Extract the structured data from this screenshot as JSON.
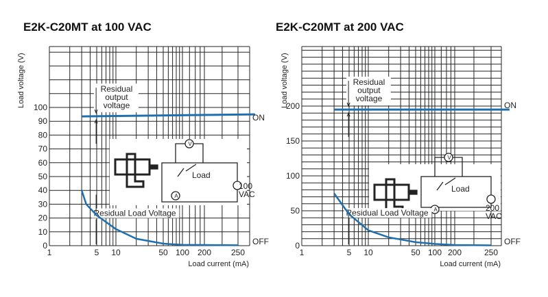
{
  "chart_data": [
    {
      "type": "line",
      "title": "E2K-C20MT at 100 VAC",
      "xlabel": "Load current (mA)",
      "ylabel": "Load voltage (V)",
      "xticks": [
        1,
        5,
        10,
        50,
        100,
        200,
        250
      ],
      "yticks": [
        0,
        10,
        20,
        30,
        40,
        50,
        60,
        70,
        80,
        90,
        100
      ],
      "ylim": [
        0,
        144
      ],
      "ystep": 10,
      "series": [
        {
          "name": "ON",
          "x": [
            3,
            280
          ],
          "y": [
            93.5,
            95
          ]
        },
        {
          "name": "OFF",
          "x": [
            3,
            3.5,
            5,
            10,
            20,
            50,
            100,
            250
          ],
          "y": [
            40,
            30,
            22,
            12,
            5,
            1.5,
            0.6,
            0.3
          ]
        }
      ],
      "annotations": {
        "residual_output": [
          "Residual",
          "output",
          "voltage"
        ],
        "residual_load": "Residual Load Voltage",
        "on": "ON",
        "off": "OFF",
        "circuit": {
          "load": "Load",
          "source": [
            "100",
            "VAC"
          ],
          "ammeter": "A",
          "voltmeter": "V"
        }
      }
    },
    {
      "type": "line",
      "title": "E2K-C20MT at 200 VAC",
      "xlabel": "Load current (mA)",
      "ylabel": "Load voltage (V)",
      "xticks": [
        1,
        5,
        10,
        50,
        100,
        200,
        250
      ],
      "yticks": [
        0,
        50,
        100,
        150,
        200
      ],
      "ylim": [
        0,
        285
      ],
      "ystep": 10,
      "series": [
        {
          "name": "ON",
          "x": [
            3,
            280
          ],
          "y": [
            195,
            195
          ]
        },
        {
          "name": "OFF",
          "x": [
            3,
            5,
            10,
            20,
            50,
            100,
            200,
            250
          ],
          "y": [
            75,
            45,
            22,
            12,
            5,
            2.5,
            1,
            0.5
          ]
        }
      ],
      "annotations": {
        "residual_output": [
          "Residual",
          "output",
          "voltage"
        ],
        "residual_load": "Residual Load Voltage",
        "on": "ON",
        "off": "OFF",
        "circuit": {
          "load": "Load",
          "source": [
            "200",
            "VAC"
          ],
          "ammeter": "A",
          "voltmeter": "V"
        }
      }
    }
  ],
  "colors": {
    "curve": "#1f6fae",
    "grid": "#222"
  }
}
